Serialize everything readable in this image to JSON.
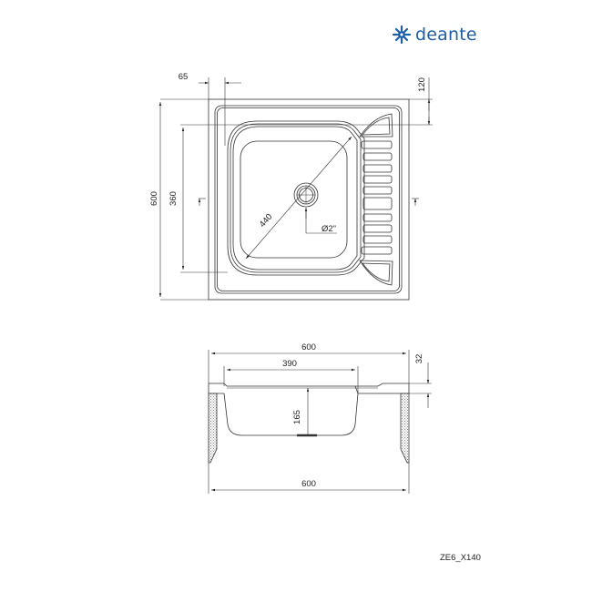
{
  "brand": {
    "name": "deante",
    "color": "#1e5ea8",
    "icon": "deante-logo-icon"
  },
  "top_view": {
    "dimensions": {
      "overall_height": "600",
      "bowl_height": "360",
      "bowl_offset_left": "65",
      "bowl_offset_top": "120",
      "bowl_diagonal": "440",
      "drain_diameter": "Ø2\""
    }
  },
  "side_view": {
    "dimensions": {
      "overall_width_top": "600",
      "bowl_width": "390",
      "rim_height": "32",
      "bowl_depth": "165",
      "overall_width_bottom": "600"
    }
  },
  "product_code": "ZE6_X140",
  "line_color": "#333333"
}
